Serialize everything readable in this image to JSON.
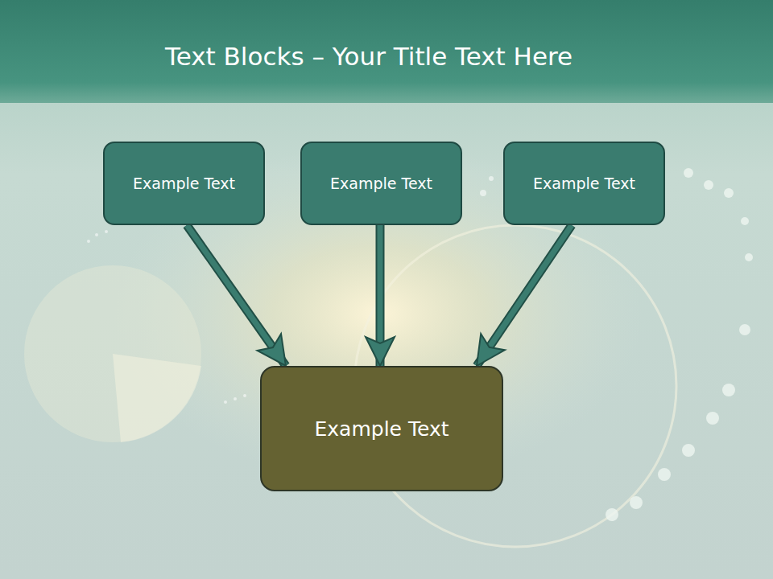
{
  "diagram": {
    "title": "Text Blocks – Your Title Text Here",
    "nodes": [
      {
        "text": [
          "Example Text"
        ]
      },
      {
        "text": [
          "Example Text"
        ]
      },
      {
        "text": [
          "Example Text"
        ]
      },
      {
        "text": [
          "Example Text"
        ]
      }
    ],
    "edges": [
      {
        "from": 0,
        "to": 3,
        "arrow": "to"
      },
      {
        "from": 1,
        "to": 3,
        "arrow": "to"
      },
      {
        "from": 2,
        "to": 3,
        "arrow": "to"
      }
    ]
  }
}
